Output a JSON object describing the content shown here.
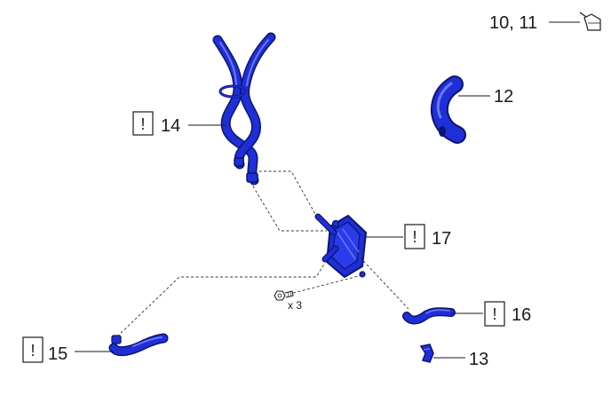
{
  "colors": {
    "part_blue": "#1f2fd6",
    "part_dark": "#0c1470",
    "part_light": "#6b78ff",
    "line": "#1a1a1a"
  },
  "callouts": {
    "c10_11": "10, 11",
    "c12": "12",
    "c13": "13",
    "c14": "14",
    "c15": "15",
    "c16": "16",
    "c17": "17"
  },
  "warning_symbol": "!",
  "bolt_quantity": "x 3",
  "icons": {
    "sealant": "sealant-tube-icon",
    "warning": "warning-box-icon",
    "bolt": "bolt-icon"
  }
}
